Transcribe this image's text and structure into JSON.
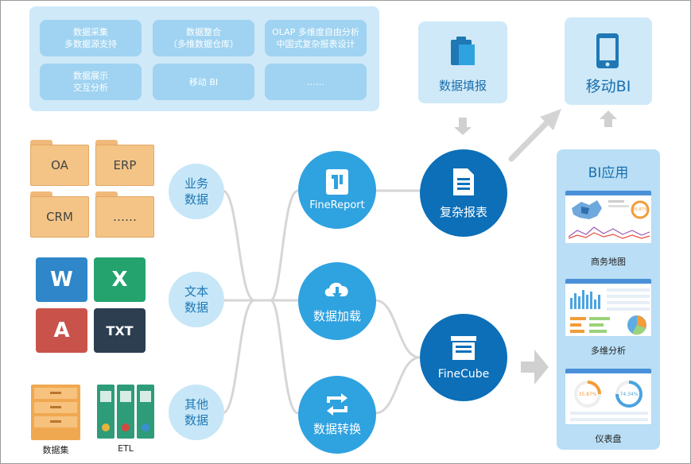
{
  "features": [
    {
      "label": "数据采集\n多数据源支持"
    },
    {
      "label": "数据整合\n（多维数据仓库）"
    },
    {
      "label": "OLAP 多维度自由分析\n中国式复杂报表设计"
    },
    {
      "label": "数据展示\n交互分析"
    },
    {
      "label": "移动 BI"
    },
    {
      "label": "……"
    }
  ],
  "top_right": {
    "fill_label": "数据填报",
    "mobile_label": "移动BI"
  },
  "folders": [
    "OA",
    "ERP",
    "CRM",
    "……"
  ],
  "docs": [
    "W",
    "X",
    "A",
    "TXT"
  ],
  "doc_colors": [
    "#2f86c9",
    "#24a36f",
    "#c9534b",
    "#2c3e50"
  ],
  "bottom_labels": {
    "dataset": "数据集",
    "etl": "ETL"
  },
  "sources": [
    {
      "label": "业务\n数据"
    },
    {
      "label": "文本\n数据"
    },
    {
      "label": "其他\n数据"
    }
  ],
  "middle": {
    "finereport": "FineReport",
    "load": "数据加载",
    "convert": "数据转换"
  },
  "right": {
    "complex_report": "复杂报表",
    "finecube": "FineCube"
  },
  "bi": {
    "title": "BI应用",
    "items": [
      {
        "label": "商务地图",
        "kpi": "35.87%"
      },
      {
        "label": "多维分析"
      },
      {
        "label": "仪表盘",
        "kpi1": "35.87%",
        "kpi2": "74.34%"
      }
    ]
  },
  "colors": {
    "light_panel": "#cfe9f8",
    "mid_blue": "#2fa2e0",
    "dark_blue": "#0c6fb8",
    "accent_orange": "#f3c486"
  }
}
